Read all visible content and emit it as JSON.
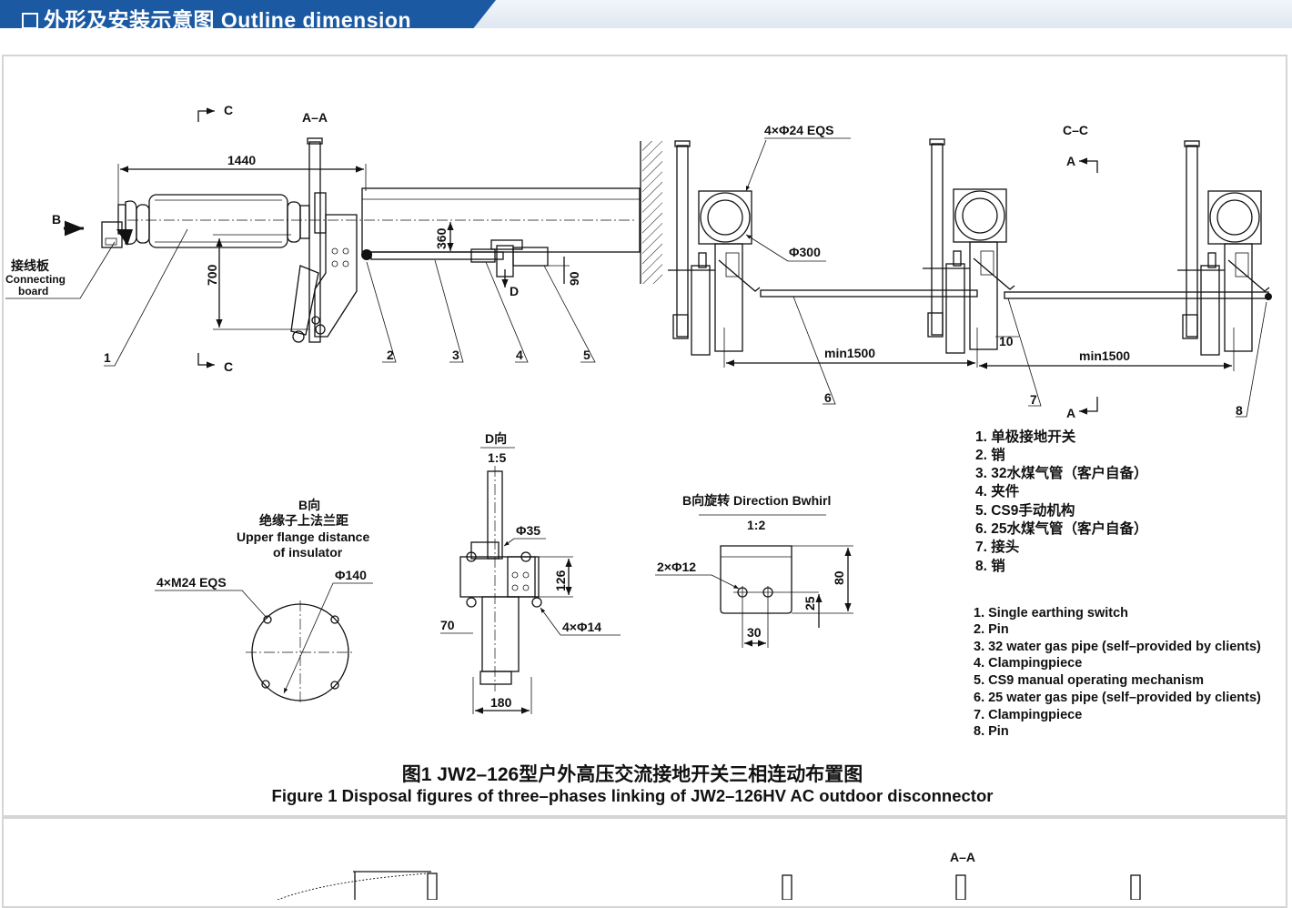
{
  "header": {
    "title": "外形及安装示意图 Outline dimension"
  },
  "colors": {
    "banner": "#1b5aa3",
    "banner_strip": "#e6edf5",
    "panel_border": "#d5d5d5"
  },
  "drawing": {
    "section_marks": {
      "c_top": "C",
      "c_bottom": "C",
      "aa": "A–A",
      "cc": "C–C",
      "a_top": "A",
      "a_bottom": "A",
      "aa_bottom_panel": "A–A"
    },
    "view_b": "B",
    "view_d": "D",
    "connecting_board": {
      "cn": "接线板",
      "en_line1": "Connecting",
      "en_line2": "board"
    },
    "dimensions": {
      "d1440": "1440",
      "d700": "700",
      "d360": "360",
      "d90": "90",
      "bolts_eqs": "4×Φ24 EQS",
      "d300": "Φ300",
      "min1500_a": "min1500",
      "min1500_b": "min1500",
      "d10": "10"
    },
    "callouts": [
      "1",
      "2",
      "3",
      "4",
      "5",
      "6",
      "7",
      "8"
    ],
    "b_view": {
      "title": "B向",
      "cn": "绝缘子上法兰距",
      "en_line1": "Upper flange distance",
      "en_line2": "of insulator",
      "bolts": "4×M24 EQS",
      "dia": "Φ140"
    },
    "d_view": {
      "title": "D向",
      "scale": "1:5",
      "dia": "Φ35",
      "d126": "126",
      "d70": "70",
      "holes": "4×Φ14",
      "d180": "180"
    },
    "bwhirl": {
      "title": "B向旋转 Direction Bwhirl",
      "scale": "1:2",
      "holes": "2×Φ12",
      "d80": "80",
      "d25": "25",
      "d30": "30"
    }
  },
  "legend_cn": [
    "1. 单极接地开关",
    "2. 销",
    "3. 32水煤气管（客户自备）",
    "4. 夹件",
    "5. CS9手动机构",
    "6. 25水煤气管（客户自备）",
    "7. 接头",
    "8. 销"
  ],
  "legend_en": [
    "1. Single earthing switch",
    "2. Pin",
    "3. 32 water gas pipe (self–provided by clients)",
    "4. Clampingpiece",
    "5. CS9 manual operating mechanism",
    "6. 25 water gas pipe (self–provided by clients)",
    "7. Clampingpiece",
    "8. Pin"
  ],
  "caption": {
    "cn": "图1 JW2–126型户外高压交流接地开关三相连动布置图",
    "en": "Figure 1 Disposal figures of three–phases linking of JW2–126HV AC outdoor disconnector"
  }
}
